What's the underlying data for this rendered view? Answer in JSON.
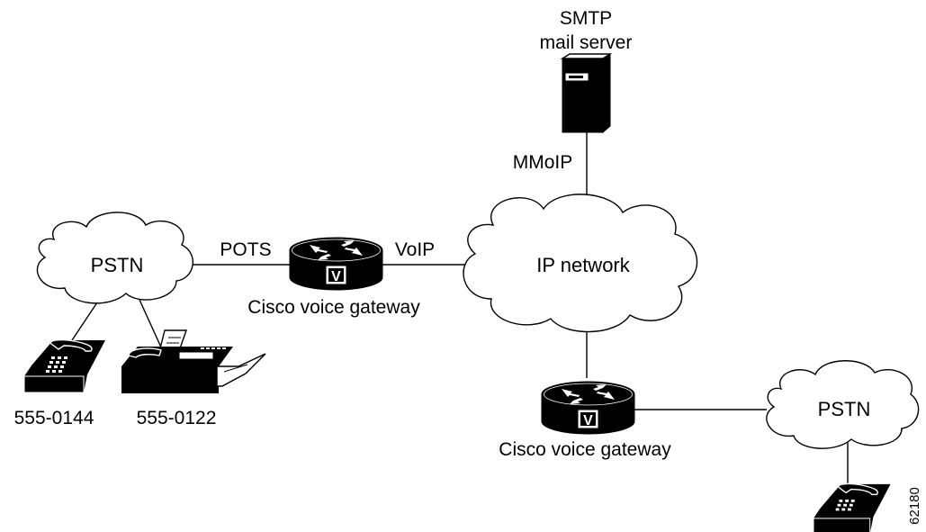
{
  "labels": {
    "server_line1": "SMTP",
    "server_line2": "mail server",
    "mmoip": "MMoIP",
    "pots": "POTS",
    "voip": "VoIP",
    "gateway_top": "Cisco voice gateway",
    "gateway_bottom": "Cisco voice gateway",
    "pstn_left": "PSTN",
    "pstn_right": "PSTN",
    "ip_network": "IP network",
    "phone_number": "555-0144",
    "fax_number": "555-0122",
    "figure_id": "62180"
  },
  "router_badge": "V",
  "icons": [
    "mail-server-icon",
    "router-icon",
    "telephone-icon",
    "fax-machine-icon",
    "cloud-icon"
  ]
}
